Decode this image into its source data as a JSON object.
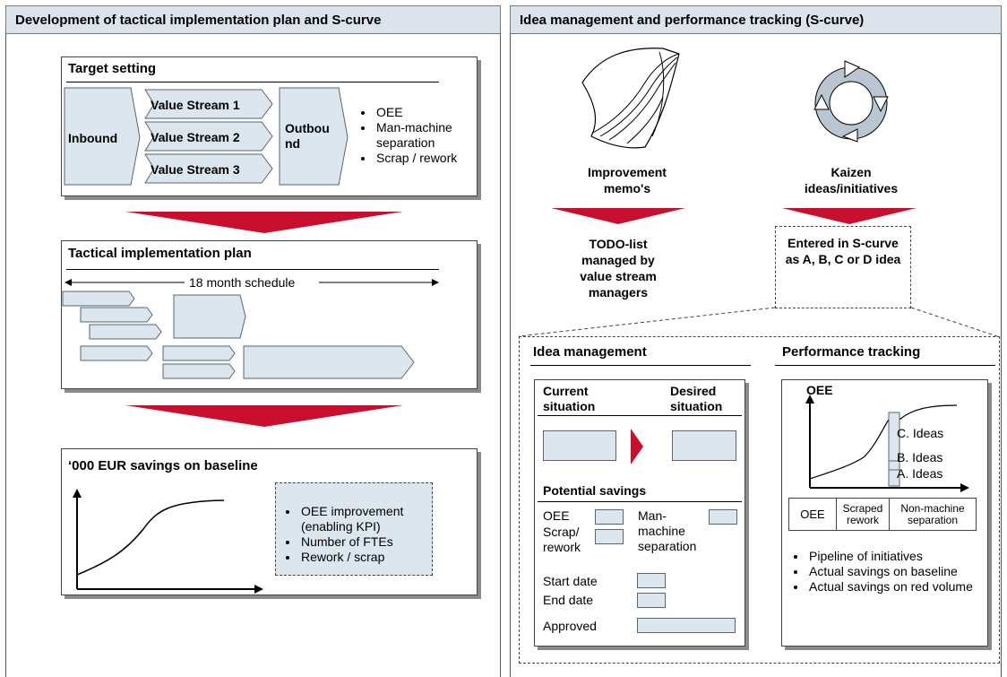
{
  "left": {
    "header": "Development of tactical implementation plan and S-curve",
    "target_setting": {
      "title": "Target setting",
      "inbound": "Inbound",
      "streams": [
        "Value Stream 1",
        "Value Stream 2",
        "Value Stream 3"
      ],
      "outbound": "Outbou nd",
      "bullets": [
        "OEE",
        "Man-machine separation",
        "Scrap / rework"
      ]
    },
    "tactical": {
      "title": "Tactical implementation plan",
      "schedule": "18 month schedule"
    },
    "savings": {
      "title": "‘000 EUR savings on baseline",
      "bullets": [
        "OEE improvement (enabling KPI)",
        "Number of FTEs",
        "Rework / scrap"
      ]
    }
  },
  "right": {
    "header": "Idea management and performance tracking (S-curve)",
    "memo": {
      "label": "Improvement memo's",
      "icon": "paper-curl-icon"
    },
    "kaizen": {
      "label": "Kaizen ideas/initiatives",
      "icon": "cycle-arrows-icon"
    },
    "todo": "TODO-list managed by value stream managers",
    "entered": "Entered in S-curve as A, B, C or D idea",
    "idea_mgmt": {
      "title": "Idea management",
      "current": "Current situation",
      "desired": "Desired situation",
      "potential": "Potential savings",
      "oee": "OEE",
      "scrap": "Scrap/ rework",
      "man_machine": "Man-machine separation",
      "start_date": "Start date",
      "end_date": "End date",
      "approved": "Approved"
    },
    "perf": {
      "title": "Performance tracking",
      "oee_axis": "OEE",
      "ideas": [
        "C. Ideas",
        "B. Ideas",
        "A. Ideas"
      ],
      "cols": [
        "OEE",
        "Scraped rework",
        "Non-machine separation"
      ],
      "bullets": [
        "Pipeline of initiatives",
        "Actual savings on baseline",
        "Actual savings on red volume"
      ]
    }
  },
  "colors": {
    "accent_red": "#c8102e",
    "light_blue": "#dbe6ee",
    "header_bg": "#dde3ea"
  }
}
